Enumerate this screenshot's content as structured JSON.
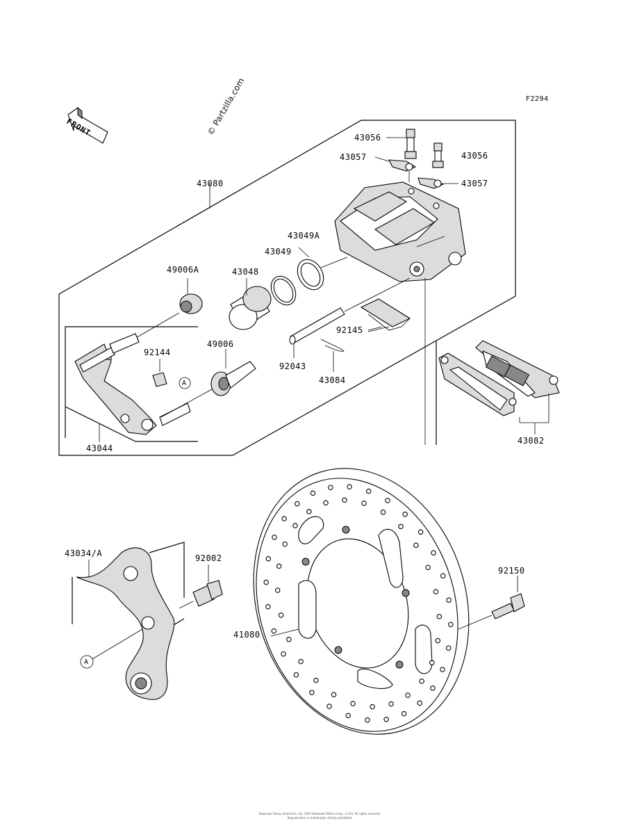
{
  "figure_id": "F2294",
  "watermark": "© Partzilla.com",
  "front_marker": "FRONT",
  "parts": {
    "p43080": "43080",
    "p43056a": "43056",
    "p43056b": "43056",
    "p43057a": "43057",
    "p43057b": "43057",
    "p43049A": "43049A",
    "p43049": "43049",
    "p43048": "43048",
    "p49006A": "49006A",
    "p92145": "92145",
    "p92144": "92144",
    "p49006": "49006",
    "p92043": "92043",
    "p43084": "43084",
    "p43044": "43044",
    "p43082": "43082",
    "p43034A": "43034/A",
    "p92002": "92002",
    "p92150": "92150",
    "p41080": "41080"
  },
  "ref_mark": "A",
  "footer": {
    "line1": "Kawasaki Heavy Industries, Ltd. 2007 Kawasaki Motors Corp., U.S.A. All rights reserved",
    "line2": "Reproduction or distribution strictly prohibited"
  }
}
